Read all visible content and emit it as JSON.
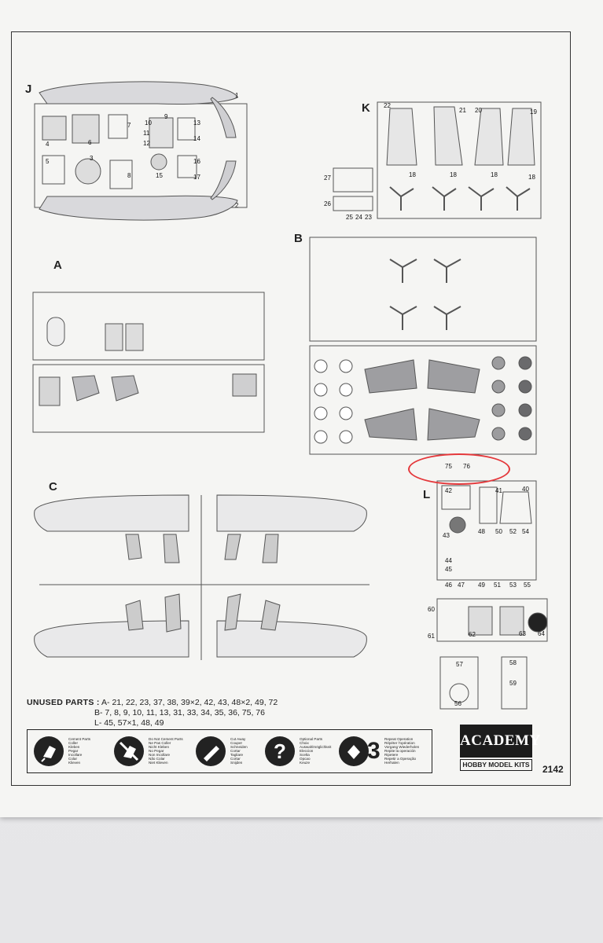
{
  "sheet": {
    "sprue_labels": {
      "J": "J",
      "K": "K",
      "A": "A",
      "B": "B",
      "C": "C",
      "L": "L"
    },
    "part_numbers": {
      "J": [
        "1",
        "2",
        "3",
        "4",
        "5",
        "6",
        "7",
        "8",
        "9",
        "10",
        "11",
        "12",
        "13",
        "14",
        "15",
        "16",
        "17"
      ],
      "K": [
        "22",
        "21",
        "20",
        "19",
        "18",
        "18",
        "18",
        "18",
        "27",
        "26",
        "25",
        "24",
        "23"
      ],
      "L_top": [
        "75",
        "76"
      ],
      "L": [
        "42",
        "41",
        "40",
        "43",
        "48",
        "50",
        "52",
        "54",
        "44",
        "45",
        "46",
        "47",
        "49",
        "51",
        "53",
        "55"
      ],
      "L_lower": [
        "60",
        "61",
        "62",
        "63",
        "64",
        "57",
        "58",
        "59",
        "56"
      ]
    },
    "unused": {
      "lead": "UNUSED PARTS :",
      "line_a": "A- 21, 22, 23, 37, 38, 39×2, 42, 43, 48×2, 49, 72",
      "line_b": "B- 7, 8, 9, 10, 11, 13, 31, 33, 34, 35, 36, 75, 76",
      "line_l": "L- 45, 57×1, 48, 49"
    },
    "legend": [
      {
        "icon": "cement-icon",
        "words": [
          "Cement Parts",
          "Coller",
          "Kleben",
          "Pegar",
          "Incollare",
          "Colar",
          "Klieven"
        ]
      },
      {
        "icon": "no-cement-icon",
        "words": [
          "Do Not Cement Parts",
          "Ne Pas Coller",
          "Nicht Kleben",
          "No Pegar",
          "Non Incollare",
          "Não Colar",
          "Niet Klieven"
        ]
      },
      {
        "icon": "cut-away-icon",
        "words": [
          "Cut Away",
          "Couper",
          "Schneiden",
          "Cortar",
          "Tagliare",
          "Cortar",
          "Snijden"
        ]
      },
      {
        "icon": "optional-icon",
        "words": [
          "Optional Parts",
          "Choix",
          "Auswahlmöglichkeit",
          "Eleccion",
          "Scelta",
          "Opcao",
          "Keuze"
        ]
      },
      {
        "icon": "repeat-icon",
        "words": [
          "Repeat Operation",
          "Répéter l'opération",
          "Vorgang Wiederholen",
          "Repite la operación",
          "Ripetere",
          "Repetir a Operação",
          "Herhalen"
        ],
        "count": "3"
      }
    ],
    "brand": {
      "name": "ACADEMY",
      "tagline": "HOBBY MODEL KITS"
    },
    "kit_number": "2142",
    "highlight_color": "#e4383b"
  }
}
